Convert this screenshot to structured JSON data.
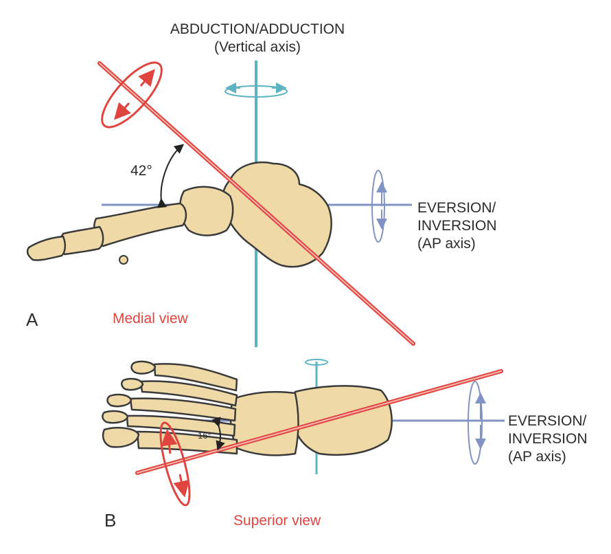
{
  "panel_a": {
    "letter": "A",
    "view_label": "Medial view",
    "vertical_axis_label": "ABDUCTION/ADDUCTION",
    "vertical_axis_sub": "(Vertical axis)",
    "ap_axis_label_line1": "EVERSION/",
    "ap_axis_label_line2": "INVERSION",
    "ap_axis_label_line3": "(AP axis)",
    "angle_label": "42°"
  },
  "panel_b": {
    "letter": "B",
    "view_label": "Superior view",
    "ap_axis_label_line1": "EVERSION/",
    "ap_axis_label_line2": "INVERSION",
    "ap_axis_label_line3": "(AP axis)",
    "angle_label": "16°"
  },
  "colors": {
    "oblique_axis": "#e0443f",
    "vertical_axis": "#5bb4c0",
    "ap_axis": "#8093c4",
    "bone_fill": "#efd9a6",
    "bone_outline": "#3a3a3a",
    "text": "#2b2b2b"
  }
}
